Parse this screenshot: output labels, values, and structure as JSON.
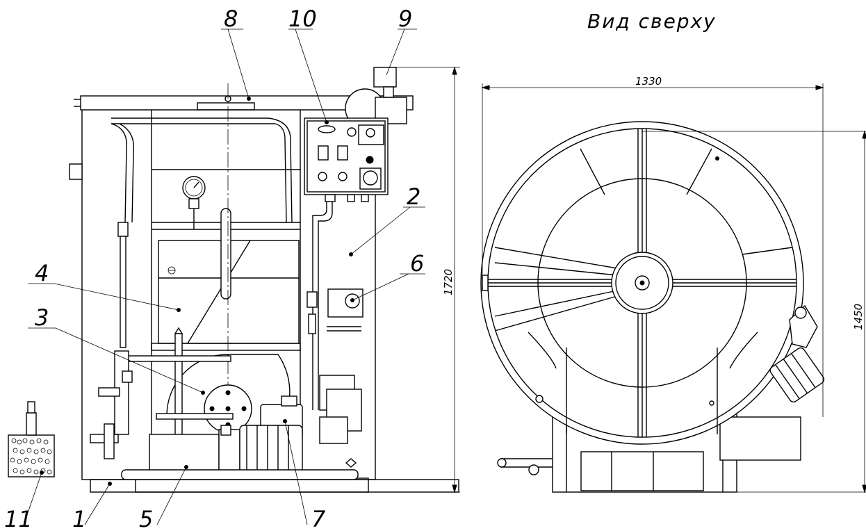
{
  "view_title": "Вид сверху",
  "dimensions": {
    "height_front": "1720",
    "width_top": "1330",
    "height_top": "1450"
  },
  "callouts": [
    "1",
    "2",
    "3",
    "4",
    "5",
    "6",
    "7",
    "8",
    "9",
    "10",
    "11"
  ]
}
